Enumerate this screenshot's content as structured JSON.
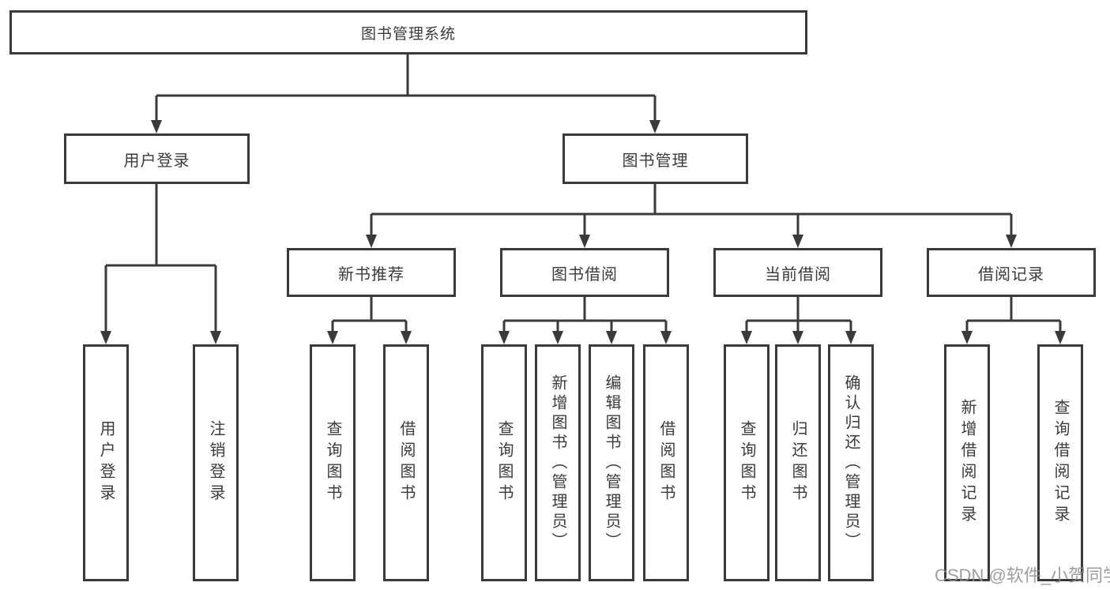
{
  "colors": {
    "line": "#3a3a3a",
    "text": "#3b3b3b",
    "bg": "#ffffff",
    "watermark": "#8e8e8e"
  },
  "tree": {
    "root": {
      "label": "图书管理系统"
    },
    "branches": [
      {
        "label": "用户登录",
        "leaves": [
          {
            "label": "用户登录"
          },
          {
            "label": "注销登录"
          }
        ]
      },
      {
        "label": "图书管理",
        "groups": [
          {
            "label": "新书推荐",
            "leaves": [
              {
                "label": "查询图书"
              },
              {
                "label": "借阅图书"
              }
            ]
          },
          {
            "label": "图书借阅",
            "leaves": [
              {
                "label": "查询图书"
              },
              {
                "label": "新增图书（管理员）"
              },
              {
                "label": "编辑图书（管理员）"
              },
              {
                "label": "借阅图书"
              }
            ]
          },
          {
            "label": "当前借阅",
            "leaves": [
              {
                "label": "查询图书"
              },
              {
                "label": "归还图书"
              },
              {
                "label": "确认归还（管理员）"
              }
            ]
          },
          {
            "label": "借阅记录",
            "leaves": [
              {
                "label": "新增借阅记录"
              },
              {
                "label": "查询借阅记录"
              }
            ]
          }
        ]
      }
    ]
  },
  "watermark": {
    "text": "CSDN @软件_小贺同学"
  }
}
